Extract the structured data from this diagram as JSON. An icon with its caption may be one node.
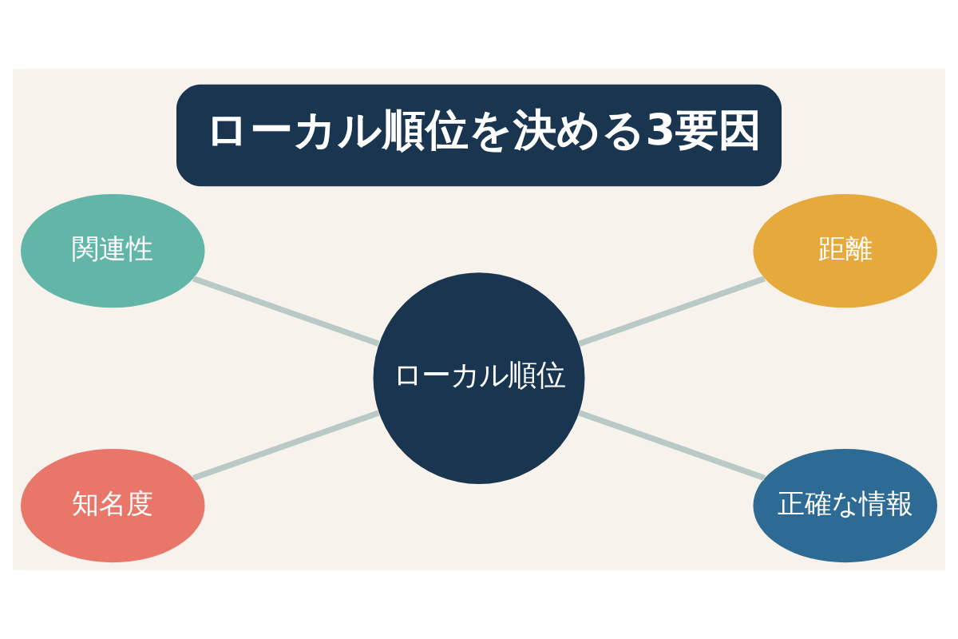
{
  "diagram": {
    "title": "ローカル順位を決める3要因",
    "nodes": [
      {
        "text": [
          "関連性"
        ]
      },
      {
        "text": [
          "距離"
        ]
      },
      {
        "text": [
          "ローカル順位"
        ]
      },
      {
        "text": [
          "知名度"
        ]
      },
      {
        "text": [
          "正確な情報"
        ]
      }
    ],
    "edges": [
      {
        "from": 0,
        "to": 2,
        "arrow": "none"
      },
      {
        "from": 3,
        "to": 2,
        "arrow": "none"
      },
      {
        "from": 2,
        "to": 1,
        "arrow": "none"
      },
      {
        "from": 2,
        "to": 4,
        "arrow": "none"
      }
    ]
  }
}
